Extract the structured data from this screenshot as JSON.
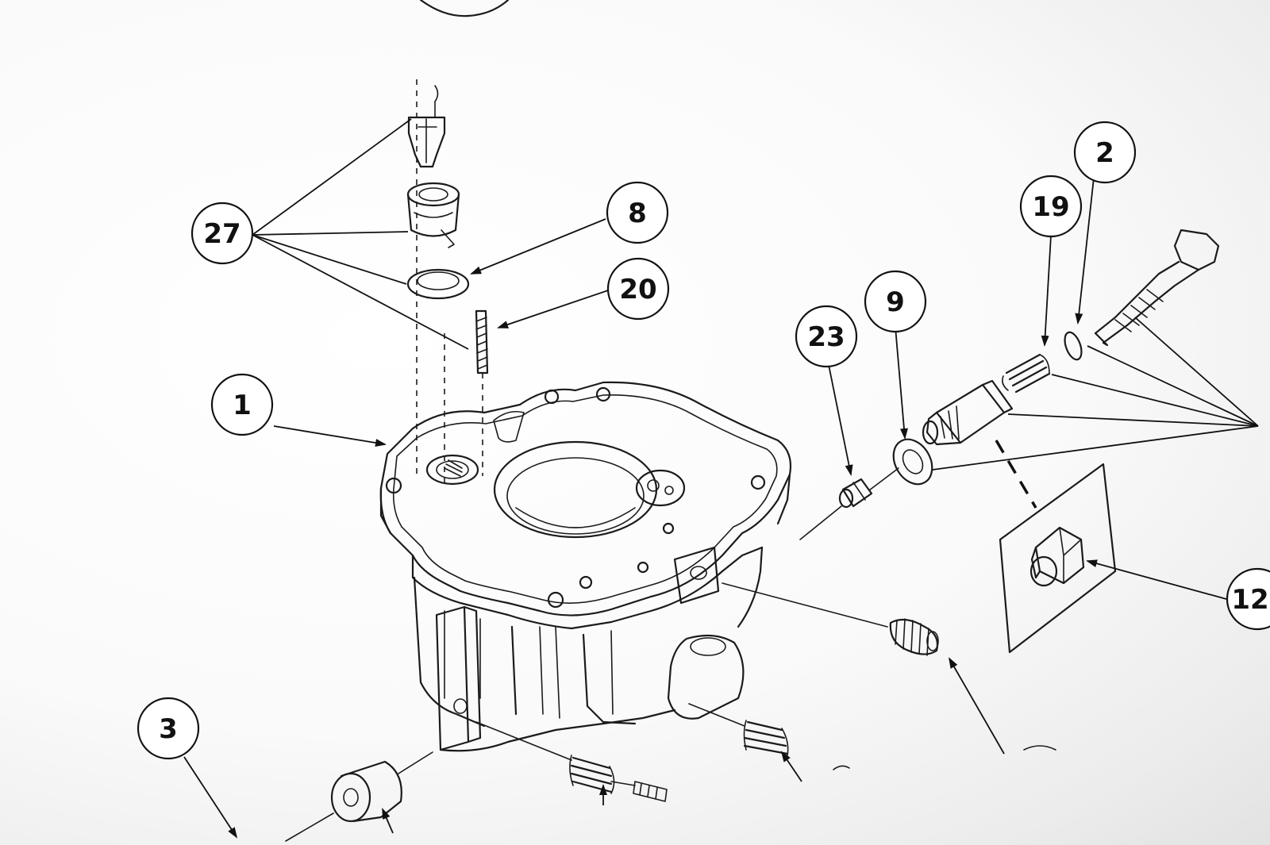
{
  "callouts": [
    {
      "id": "27",
      "label": "27"
    },
    {
      "id": "8",
      "label": "8"
    },
    {
      "id": "20",
      "label": "20"
    },
    {
      "id": "1",
      "label": "1"
    },
    {
      "id": "23",
      "label": "23"
    },
    {
      "id": "9",
      "label": "9"
    },
    {
      "id": "19",
      "label": "19"
    },
    {
      "id": "2",
      "label": "2"
    },
    {
      "id": "12",
      "label": "12"
    },
    {
      "id": "3",
      "label": "3"
    }
  ],
  "colors": {
    "ink": "#1b1b1b",
    "paper": "#fafafa"
  }
}
